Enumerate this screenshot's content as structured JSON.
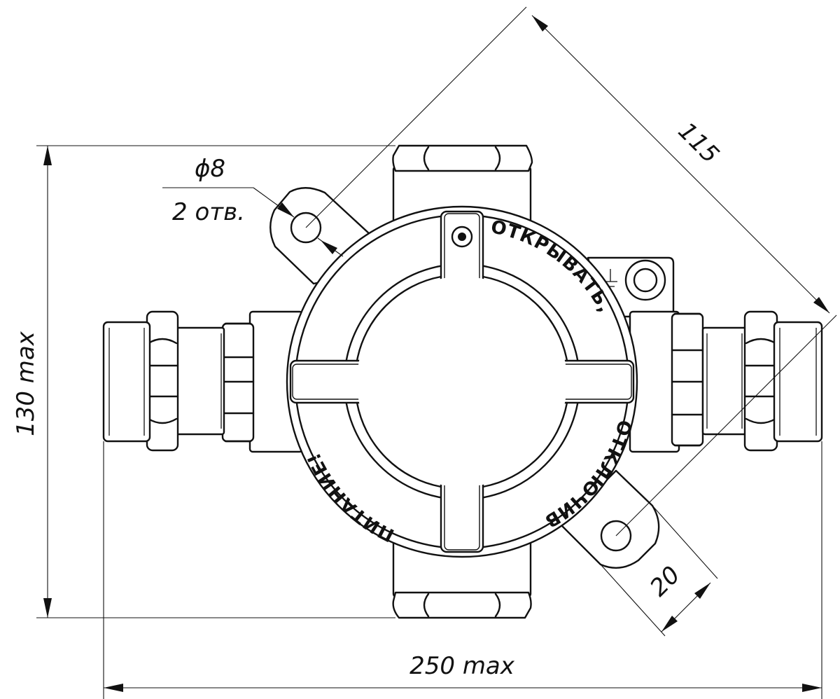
{
  "dimensions": {
    "diameter": "ϕ8",
    "holes": "2 отв.",
    "height": "130 max",
    "width": "250 max",
    "diagonal": "115",
    "lug_width": "20"
  },
  "lid_text": {
    "top": "ОТКРЫВАТЬ,",
    "right": "ОТКЛЮЧИВ",
    "left": "ПИТАНИЕ!"
  },
  "colors": {
    "line": "#111111",
    "background": "#ffffff"
  }
}
